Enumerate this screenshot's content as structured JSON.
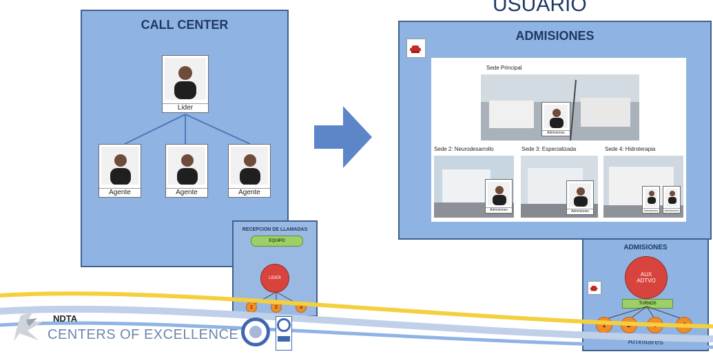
{
  "header": {
    "usuario_text": "USUARIO"
  },
  "call_center": {
    "title": "CALL CENTER",
    "leader_label": "Lider",
    "agents": [
      "Agente",
      "Agente",
      "Agente"
    ]
  },
  "reception": {
    "title": "RECEPCION DE LLAMADAS",
    "badge": "EQUIPO",
    "center": "LIDER",
    "nodes": [
      "1",
      "2",
      "3"
    ]
  },
  "admissions_top": {
    "title": "ADMISIONES",
    "main_site_label": "Sede Principal",
    "main_admission_label": "Admisiones",
    "sites": [
      {
        "label": "Sede 2: Neurodesarrollo",
        "badge": "Admisiones"
      },
      {
        "label": "Sede 3: Especializada",
        "badge": "Admisiones"
      },
      {
        "label": "Sede 4: Hidroterapia",
        "badge": "Admisiones"
      }
    ]
  },
  "admissions_bottom": {
    "title": "ADMISIONES",
    "center_text": "AUX ADTVO",
    "bar_label": "TURNOS",
    "nodes": [
      "1",
      "2",
      "3",
      "4"
    ],
    "footer": "Auxiliares"
  },
  "brand": {
    "name": "CENTERS OF EXCELLENCE",
    "org": "NDTA"
  },
  "colors": {
    "panel_fill": "#8fb4e3",
    "panel_border": "#3f5f8f",
    "title_text": "#1f3864",
    "arrow": "#5d86c8",
    "node_orange": "#f28c28",
    "leader_red": "#d9433d",
    "badge_green": "#9ccf65",
    "phone_red": "#c82828"
  },
  "icons": {
    "phone": "phone-icon",
    "arrow": "right-arrow-icon",
    "logo": "ndta-logo-icon"
  }
}
